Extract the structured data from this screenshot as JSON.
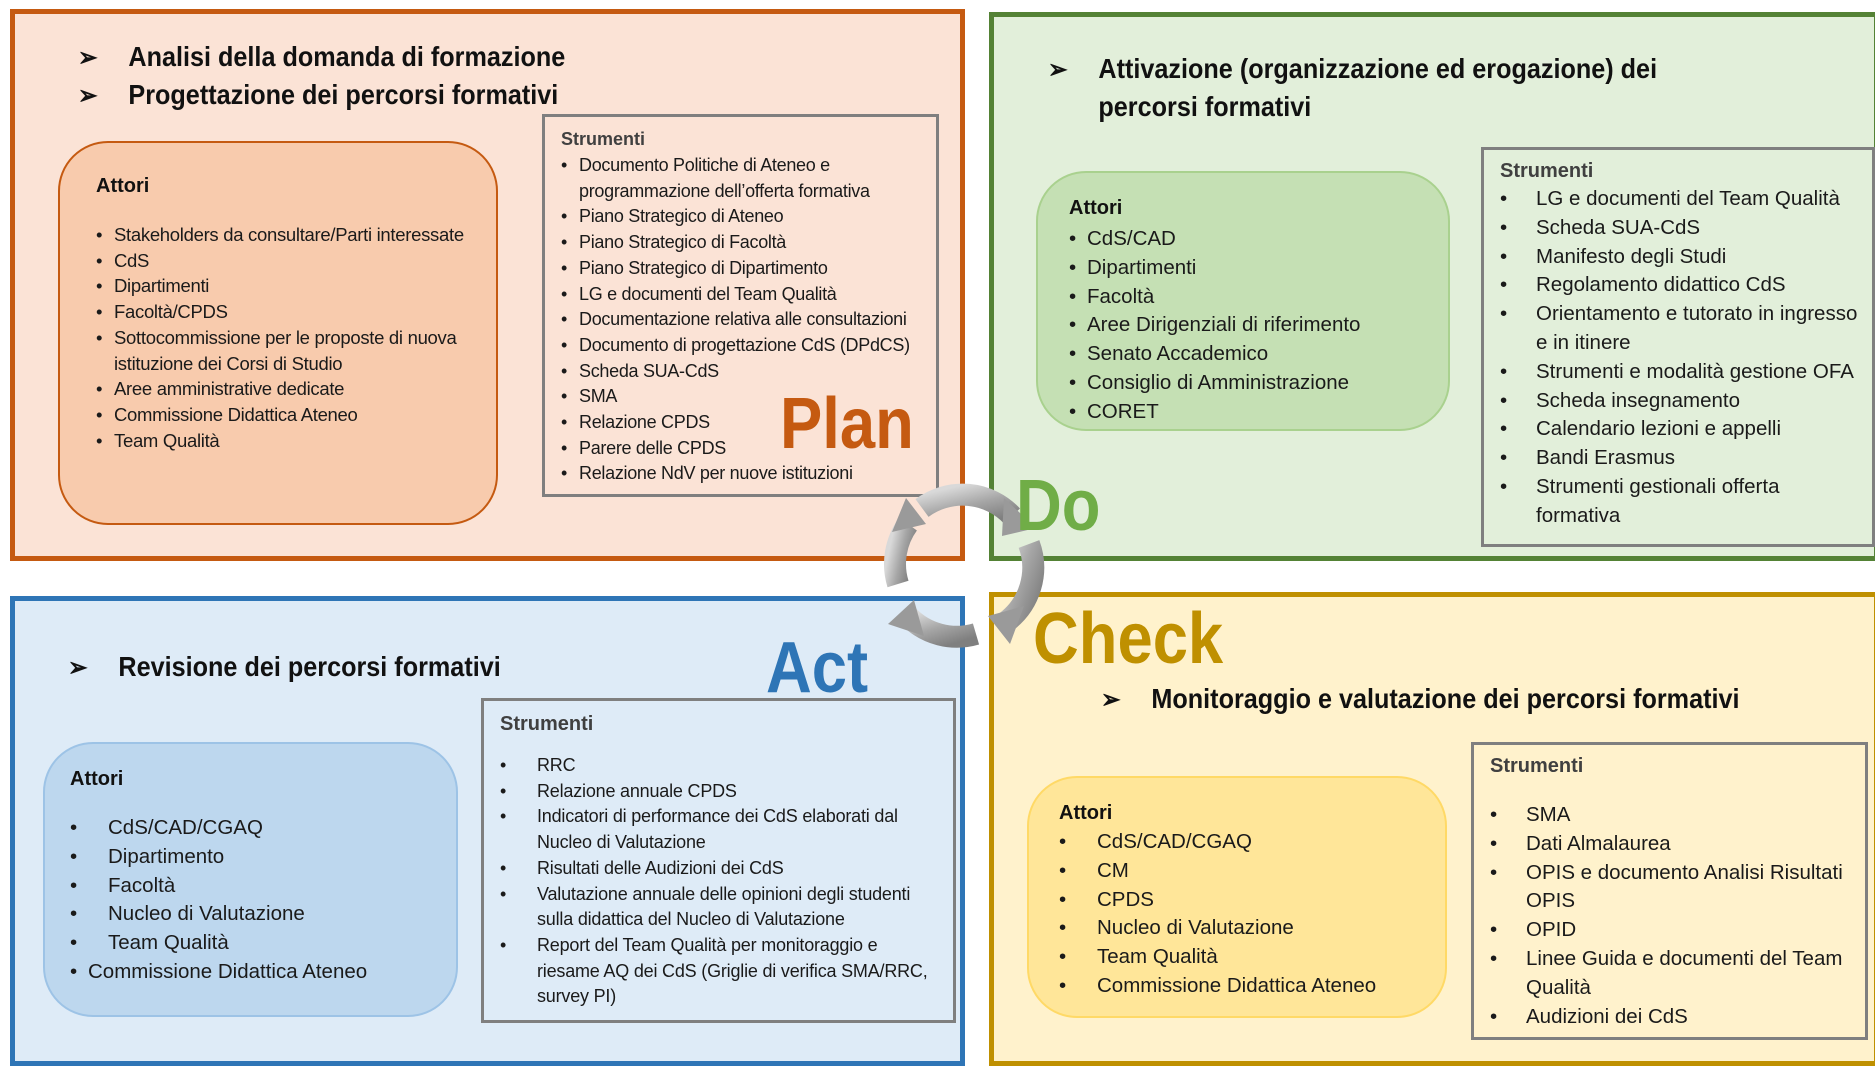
{
  "colors": {
    "plan": "#c55a11",
    "plan_bg": "#fbe3d6",
    "plan_actors_bg": "#f8cbad",
    "do": "#70ad47",
    "do_border": "#548235",
    "do_bg": "#e2efda",
    "do_actors_bg": "#c5e0b4",
    "act": "#2e75b6",
    "act_bg": "#deebf7",
    "act_actors_bg": "#bdd7ee",
    "check": "#bf9000",
    "check_bg": "#fff2cc",
    "check_actors_bg": "#ffe699",
    "tools_border": "#7f7f7f"
  },
  "cycle_icon": "circular-arrows-icon",
  "plan": {
    "phase": "Plan",
    "objectives": [
      "Analisi della domanda di formazione",
      "Progettazione dei percorsi formativi"
    ],
    "actors": {
      "title": "Attori",
      "items": [
        "Stakeholders da consultare/Parti interessate",
        "CdS",
        "Dipartimenti",
        "Facoltà/CPDS",
        "Sottocommissione  per le proposte di nuova istituzione dei Corsi di Studio",
        "Aree amministrative dedicate",
        "Commissione Didattica Ateneo",
        "Team Qualità"
      ]
    },
    "tools": {
      "title": "Strumenti",
      "items": [
        "Documento Politiche di Ateneo e programmazione dell’offerta formativa",
        "Piano Strategico di Ateneo",
        "Piano Strategico di Facoltà",
        "Piano Strategico di Dipartimento",
        "LG e documenti del Team Qualità",
        "Documentazione relativa alle consultazioni",
        "Documento di progettazione CdS (DPdCS)",
        "Scheda SUA-CdS",
        "SMA",
        "Relazione CPDS",
        "Parere delle CPDS",
        "Relazione NdV per nuove istituzioni"
      ]
    }
  },
  "do": {
    "phase": "Do",
    "objective": "Attivazione (organizzazione ed erogazione) dei percorsi formativi",
    "actors": {
      "title": "Attori",
      "items": [
        "CdS/CAD",
        "Dipartimenti",
        "Facoltà",
        "Aree Dirigenziali di riferimento",
        "Senato Accademico",
        "Consiglio di Amministrazione",
        "CORET"
      ]
    },
    "tools": {
      "title": "Strumenti",
      "items": [
        "LG e documenti del Team Qualità",
        "Scheda SUA-CdS",
        "Manifesto degli Studi",
        "Regolamento didattico CdS",
        "Orientamento e tutorato in ingresso e in itinere",
        "Strumenti e modalità gestione OFA",
        "Scheda insegnamento",
        "Calendario lezioni e appelli",
        "Bandi Erasmus",
        "Strumenti gestionali offerta formativa"
      ]
    }
  },
  "act": {
    "phase": "Act",
    "objective": "Revisione dei percorsi formativi",
    "actors": {
      "title": "Attori",
      "items": [
        "CdS/CAD/CGAQ",
        "Dipartimento",
        "Facoltà",
        "Nucleo di Valutazione",
        "Team Qualità",
        "Commissione Didattica Ateneo"
      ]
    },
    "tools": {
      "title": "Strumenti",
      "items": [
        "RRC",
        "Relazione annuale CPDS",
        "Indicatori di performance dei CdS elaborati dal Nucleo di Valutazione",
        "Risultati delle Audizioni dei CdS",
        "Valutazione annuale delle opinioni degli studenti sulla didattica del Nucleo di Valutazione",
        "Report del Team Qualità per monitoraggio e riesame AQ dei CdS (Griglie di verifica SMA/RRC, survey PI)"
      ]
    }
  },
  "check": {
    "phase": "Check",
    "objective": "Monitoraggio e valutazione dei percorsi formativi",
    "actors": {
      "title": "Attori",
      "items": [
        "CdS/CAD/CGAQ",
        "CM",
        "CPDS",
        "Nucleo di Valutazione",
        "Team Qualità",
        "Commissione Didattica Ateneo"
      ]
    },
    "tools": {
      "title": "Strumenti",
      "items": [
        "SMA",
        "Dati Almalaurea",
        "OPIS e documento Analisi Risultati OPIS",
        "OPID",
        "Linee Guida e documenti del Team Qualità",
        "Audizioni dei CdS"
      ]
    }
  }
}
